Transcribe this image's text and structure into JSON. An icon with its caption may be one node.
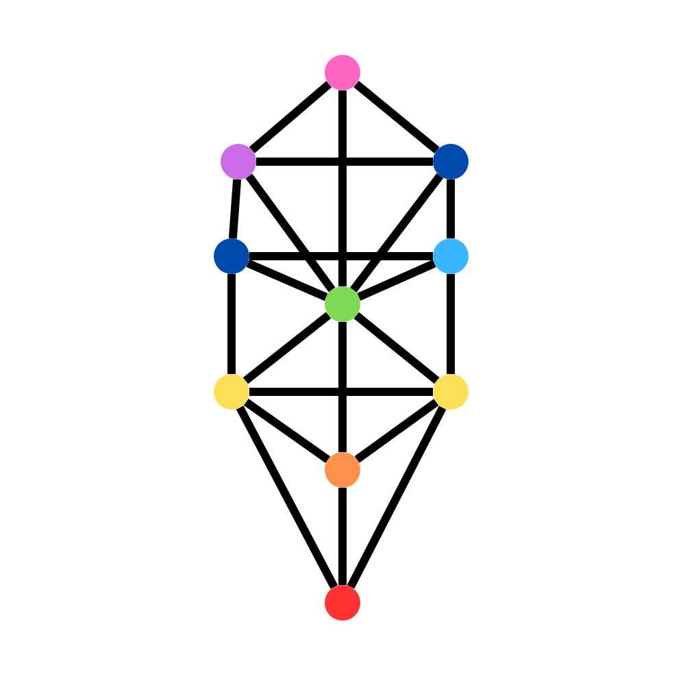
{
  "diagram": {
    "nodes": [
      {
        "text": [],
        "shape": "circle"
      },
      {
        "text": [],
        "shape": "circle"
      },
      {
        "text": [],
        "shape": "circle"
      },
      {
        "text": [],
        "shape": "circle"
      },
      {
        "text": [],
        "shape": "circle"
      },
      {
        "text": [],
        "shape": "circle"
      },
      {
        "text": [],
        "shape": "circle"
      },
      {
        "text": [],
        "shape": "circle"
      },
      {
        "text": [],
        "shape": "circle"
      },
      {
        "text": [],
        "shape": "circle"
      }
    ],
    "edges": [
      {
        "from": 0,
        "to": 1,
        "arrow": "none"
      },
      {
        "from": 0,
        "to": 2,
        "arrow": "none"
      },
      {
        "from": 0,
        "to": 5,
        "arrow": "none"
      },
      {
        "from": 1,
        "to": 2,
        "arrow": "none"
      },
      {
        "from": 1,
        "to": 3,
        "arrow": "none"
      },
      {
        "from": 1,
        "to": 5,
        "arrow": "none"
      },
      {
        "from": 2,
        "to": 4,
        "arrow": "none"
      },
      {
        "from": 2,
        "to": 5,
        "arrow": "none"
      },
      {
        "from": 3,
        "to": 4,
        "arrow": "none"
      },
      {
        "from": 3,
        "to": 5,
        "arrow": "none"
      },
      {
        "from": 4,
        "to": 5,
        "arrow": "none"
      },
      {
        "from": 3,
        "to": 6,
        "arrow": "none"
      },
      {
        "from": 4,
        "to": 7,
        "arrow": "none"
      },
      {
        "from": 5,
        "to": 6,
        "arrow": "none"
      },
      {
        "from": 5,
        "to": 7,
        "arrow": "none"
      },
      {
        "from": 5,
        "to": 8,
        "arrow": "none"
      },
      {
        "from": 6,
        "to": 7,
        "arrow": "none"
      },
      {
        "from": 6,
        "to": 8,
        "arrow": "none"
      },
      {
        "from": 7,
        "to": 8,
        "arrow": "none"
      },
      {
        "from": 6,
        "to": 9,
        "arrow": "none"
      },
      {
        "from": 7,
        "to": 9,
        "arrow": "none"
      },
      {
        "from": 8,
        "to": 9,
        "arrow": "none"
      }
    ]
  }
}
